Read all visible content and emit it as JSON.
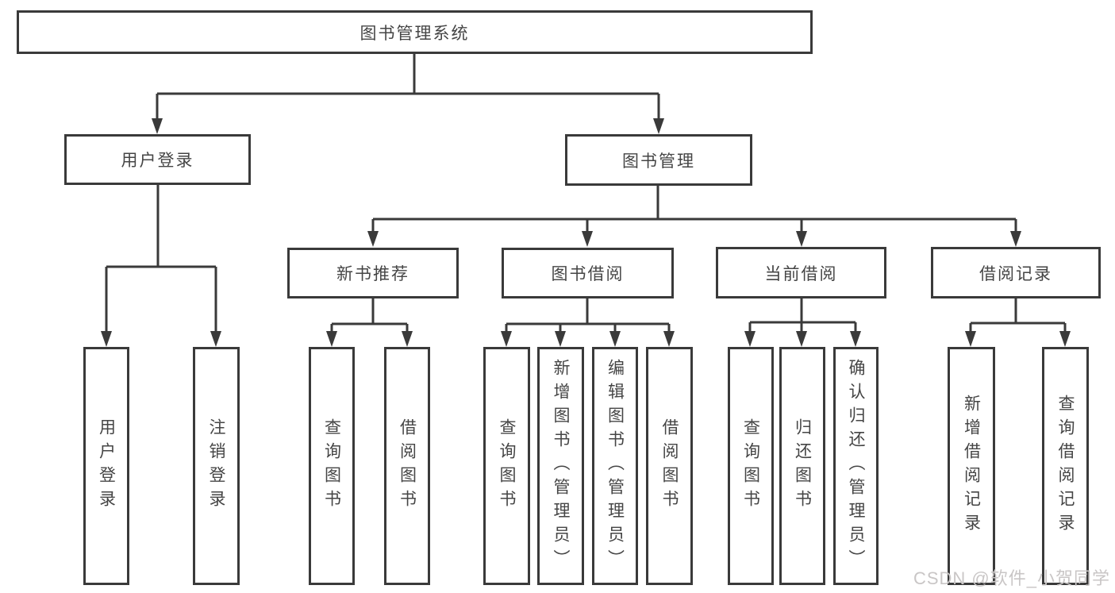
{
  "theme": {
    "line_color": "#3a3a3a",
    "text_color": "#454545",
    "watermark_color": "#c9c6c6",
    "background": "#ffffff"
  },
  "tree": {
    "root": {
      "label": "图书管理系统"
    },
    "groups": [
      {
        "label": "用户登录",
        "children": [
          "用户登录",
          "注销登录"
        ]
      },
      {
        "label": "图书管理",
        "subgroups": [
          {
            "label": "新书推荐",
            "children": [
              "查询图书",
              "借阅图书"
            ]
          },
          {
            "label": "图书借阅",
            "children": [
              "查询图书",
              "新增图书（管理员）",
              "编辑图书（管理员）",
              "借阅图书"
            ]
          },
          {
            "label": "当前借阅",
            "children": [
              "查询图书",
              "归还图书",
              "确认归还（管理员）"
            ]
          },
          {
            "label": "借阅记录",
            "children": [
              "新增借阅记录",
              "查询借阅记录"
            ]
          }
        ]
      }
    ]
  },
  "watermark": {
    "text": "CSDN @软件_小贺同学"
  }
}
